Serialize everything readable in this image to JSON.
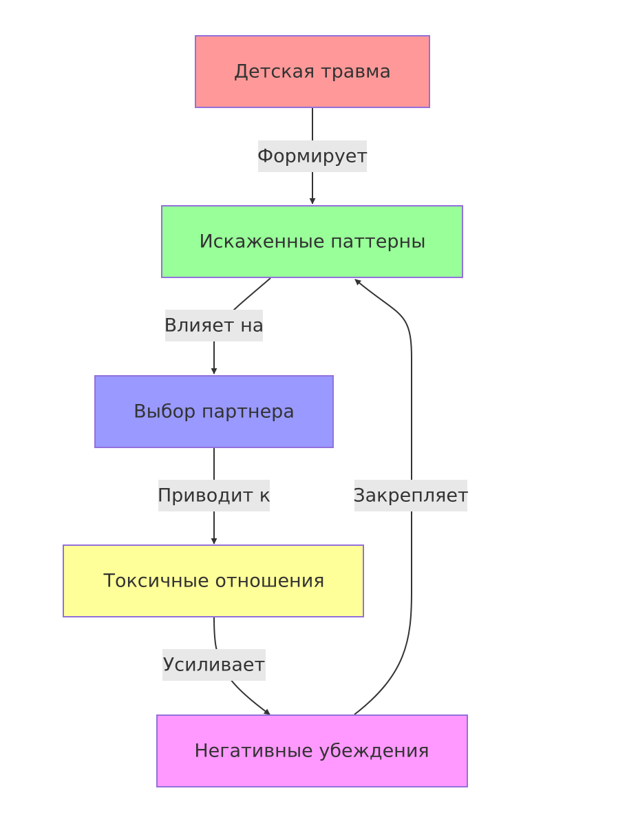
{
  "nodes": {
    "trauma": {
      "label": "Детская травма",
      "color": "#ff9999"
    },
    "patterns": {
      "label": "Искаженные паттерны",
      "color": "#99ff99"
    },
    "partner": {
      "label": "Выбор партнера",
      "color": "#9999ff"
    },
    "toxic": {
      "label": "Токсичные отношения",
      "color": "#ffff99"
    },
    "beliefs": {
      "label": "Негативные убеждения",
      "color": "#ff99ff"
    }
  },
  "edges": {
    "forms": {
      "label": "Формирует"
    },
    "influences": {
      "label": "Влияет на"
    },
    "leads": {
      "label": "Приводит к"
    },
    "amplifies": {
      "label": "Усиливает"
    },
    "reinforces": {
      "label": "Закрепляет"
    }
  },
  "colors": {
    "node_border": "#9370db",
    "edge_line": "#333333",
    "label_background": "#e8e8e8",
    "text": "#333333"
  }
}
